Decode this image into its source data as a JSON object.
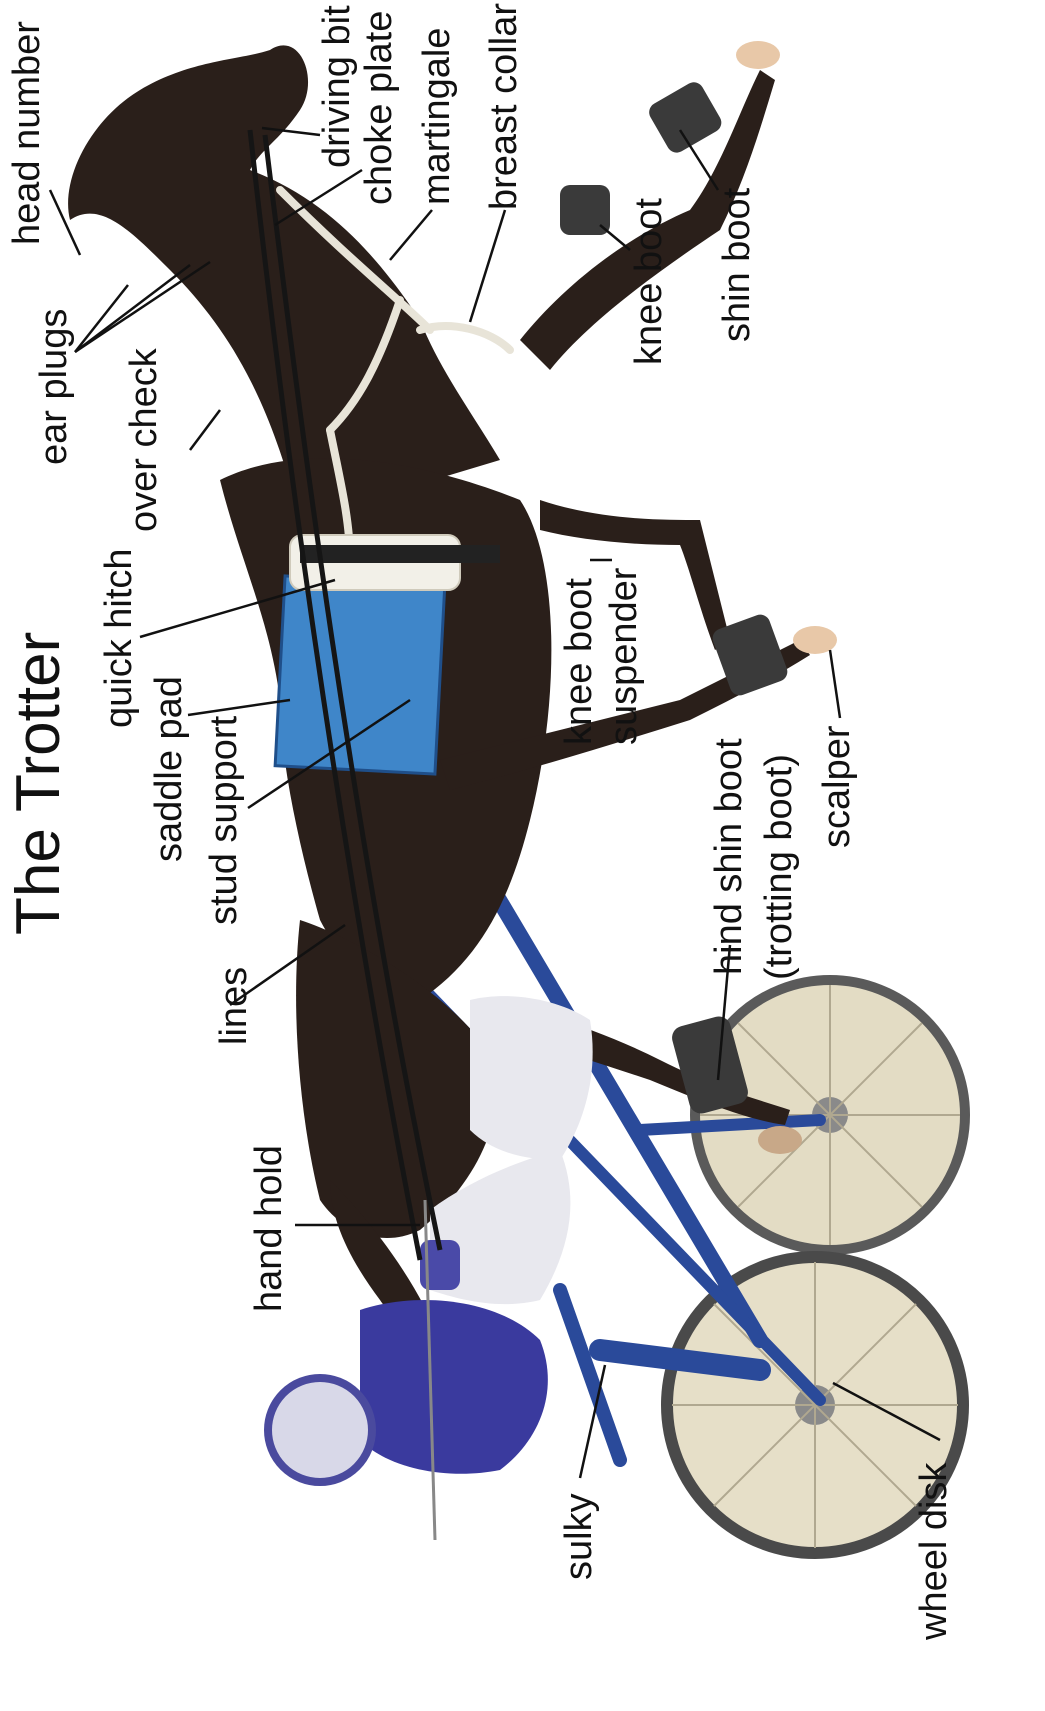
{
  "title": "The Trotter",
  "labels": {
    "head_number": "head number",
    "driving_bit": "driving bit",
    "choke_plate": "choke plate",
    "martingale": "martingale",
    "breast_collar": "breast collar",
    "ear_plugs": "ear plugs",
    "over_check": "over check",
    "knee_boot": "knee boot",
    "shin_boot": "shin boot",
    "quick_hitch": "quick hitch",
    "saddle_pad": "saddle pad",
    "stud_support": "stud support",
    "knee_boot_suspender_1": "knee boot",
    "knee_boot_suspender_2": "suspender",
    "lines": "lines",
    "hind_shin_boot_1": "hind shin boot",
    "hind_shin_boot_2": "(trotting boot)",
    "scalper": "scalper",
    "hand_hold": "hand hold",
    "sulky": "sulky",
    "wheel_disk": "wheel disk"
  },
  "colors": {
    "horse_coat": "#2a1f1a",
    "saddle_pad": "#3f86c9",
    "sulky_frame": "#2a4a9a",
    "driver_jacket": "#3a3a9e",
    "driver_pants": "#e8e8ee",
    "wheel_disk": "#e3dcc4",
    "hoof": "#e8c8a8",
    "line_color": "#111111"
  }
}
